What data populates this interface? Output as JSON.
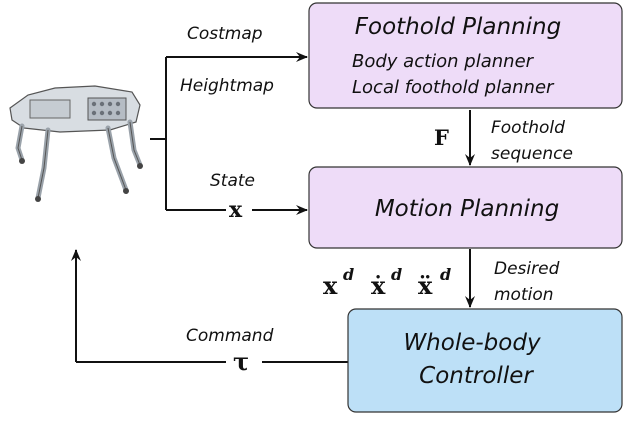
{
  "boxes": {
    "foothold": {
      "title": "Foothold Planning",
      "line1": "Body action planner",
      "line2": "Local foothold planner",
      "fill": "#eedcf8",
      "stroke": "#333333"
    },
    "motion": {
      "title": "Motion Planning",
      "fill": "#eedcf8",
      "stroke": "#333333"
    },
    "controller": {
      "title_line1": "Whole-body",
      "title_line2": "Controller",
      "fill": "#bde0f7",
      "stroke": "#333333"
    }
  },
  "labels": {
    "costmap": "Costmap",
    "heightmap": "Heightmap",
    "state": "State",
    "state_symbol": "x",
    "foothold_symbol": "F",
    "foothold_line1": "Foothold",
    "foothold_line2": "sequence",
    "desired_line1": "Desired",
    "desired_line2": "motion",
    "command": "Command",
    "command_symbol": "τ",
    "x_des": "x",
    "xdot_des": "ẋ",
    "xddot_des": "ẍ",
    "sup_d": "d"
  },
  "icons": {
    "robot": "quadruped-robot-icon"
  }
}
